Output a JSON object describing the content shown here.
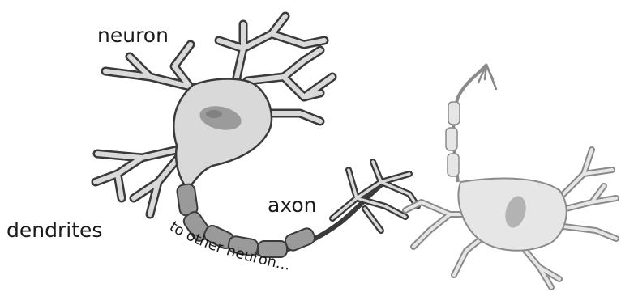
{
  "labels": {
    "neuron": "neuron",
    "dendrites": "dendrites",
    "axon": "axon",
    "to_other_neuron": "to other neuron..."
  },
  "colors": {
    "outline": "#3a3a3a",
    "cell_fill": "#d9d9d9",
    "nucleus": "#8f8f8f",
    "myelin": "#9a9a9a",
    "faded_outline": "#8a8a8a",
    "faded_fill": "#e6e6e6"
  }
}
